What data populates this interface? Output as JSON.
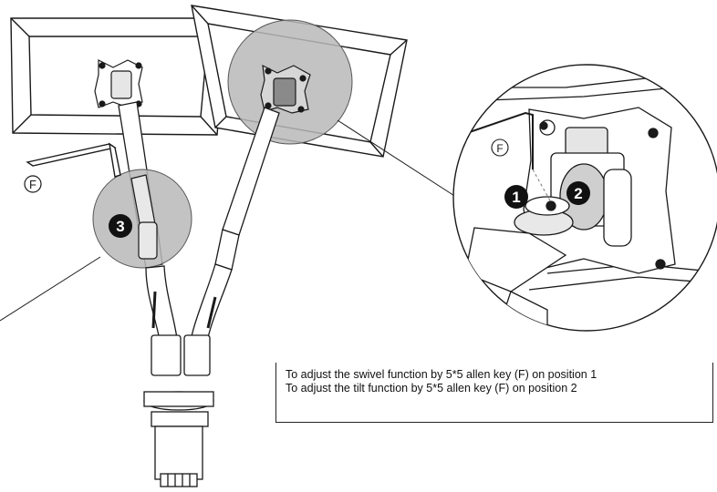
{
  "labels": {
    "key_letter": "F",
    "detail_key_letter": "F",
    "callout_1": "1",
    "callout_2": "2",
    "callout_3": "3"
  },
  "instructions": {
    "line1": "To adjust the swivel function by 5*5  allen key (F) on position 1",
    "line2": "To adjust the tilt function by 5*5  allen key (F) on position 2"
  },
  "colors": {
    "ink": "#1a1a1a",
    "highlight_gray": "#b9b9b9",
    "callout_fill": "#111111"
  }
}
